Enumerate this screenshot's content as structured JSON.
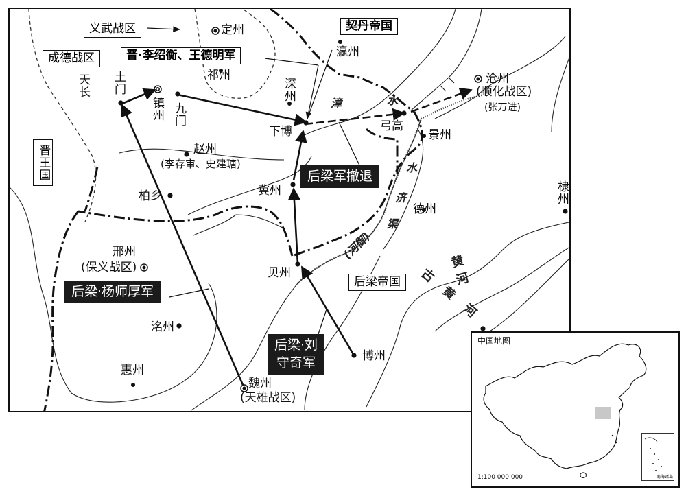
{
  "regions": {
    "yiwu": "义武战区",
    "chengde": "成德战区",
    "jinwang": "晋王国",
    "qidan": "契丹帝国",
    "houliang": "后梁帝国"
  },
  "armies": {
    "jin": "晋·李绍衡、王德明军",
    "retreat": "后梁军撤退",
    "yang": "后梁·杨师厚军",
    "liu_line1": "后梁·刘",
    "liu_line2": "守奇军"
  },
  "places": {
    "dingzhou": "定州",
    "yingzhou": "瀛州",
    "qizhou": "祁州",
    "tianchang": "天长",
    "tumen": "土门",
    "zhenzhou": "镇州",
    "jiumen": "九门",
    "shenzhou": "深州",
    "xiabo": "下博",
    "gonggao": "弓高",
    "jingzhou": "景州",
    "cangzhou": "沧州",
    "cangzhou_note": "(顺化战区)",
    "cangzhou_general": "(张万进)",
    "zhaozhou": "赵州",
    "zhaozhou_note": "(李存审、史建瑭)",
    "baixiang": "柏乡",
    "jizhou": "冀州",
    "dezhou": "德州",
    "dizhou": "棣州",
    "xingzhou": "邢州",
    "xingzhou_note": "(保义战区)",
    "beizhou": "贝州",
    "mingzhou": "洺州",
    "bozhou": "博州",
    "huizhou": "惠州",
    "weizhou": "魏州",
    "weizhou_note": "(天雄战区)"
  },
  "rivers": {
    "zhang": "漳",
    "shui1": "水",
    "shui2": "水",
    "ji": "济",
    "qu": "渠",
    "heyu": "(河御)",
    "huanghe": "黄河",
    "guhuanghe": "古黄河"
  },
  "inset": {
    "title": "中国地图",
    "scale": "1:100 000 000",
    "south_sea": "南海诸岛"
  },
  "colors": {
    "ink": "#111111",
    "highlight": "#c8c8c8",
    "label_bg": "#1b1b1b"
  }
}
